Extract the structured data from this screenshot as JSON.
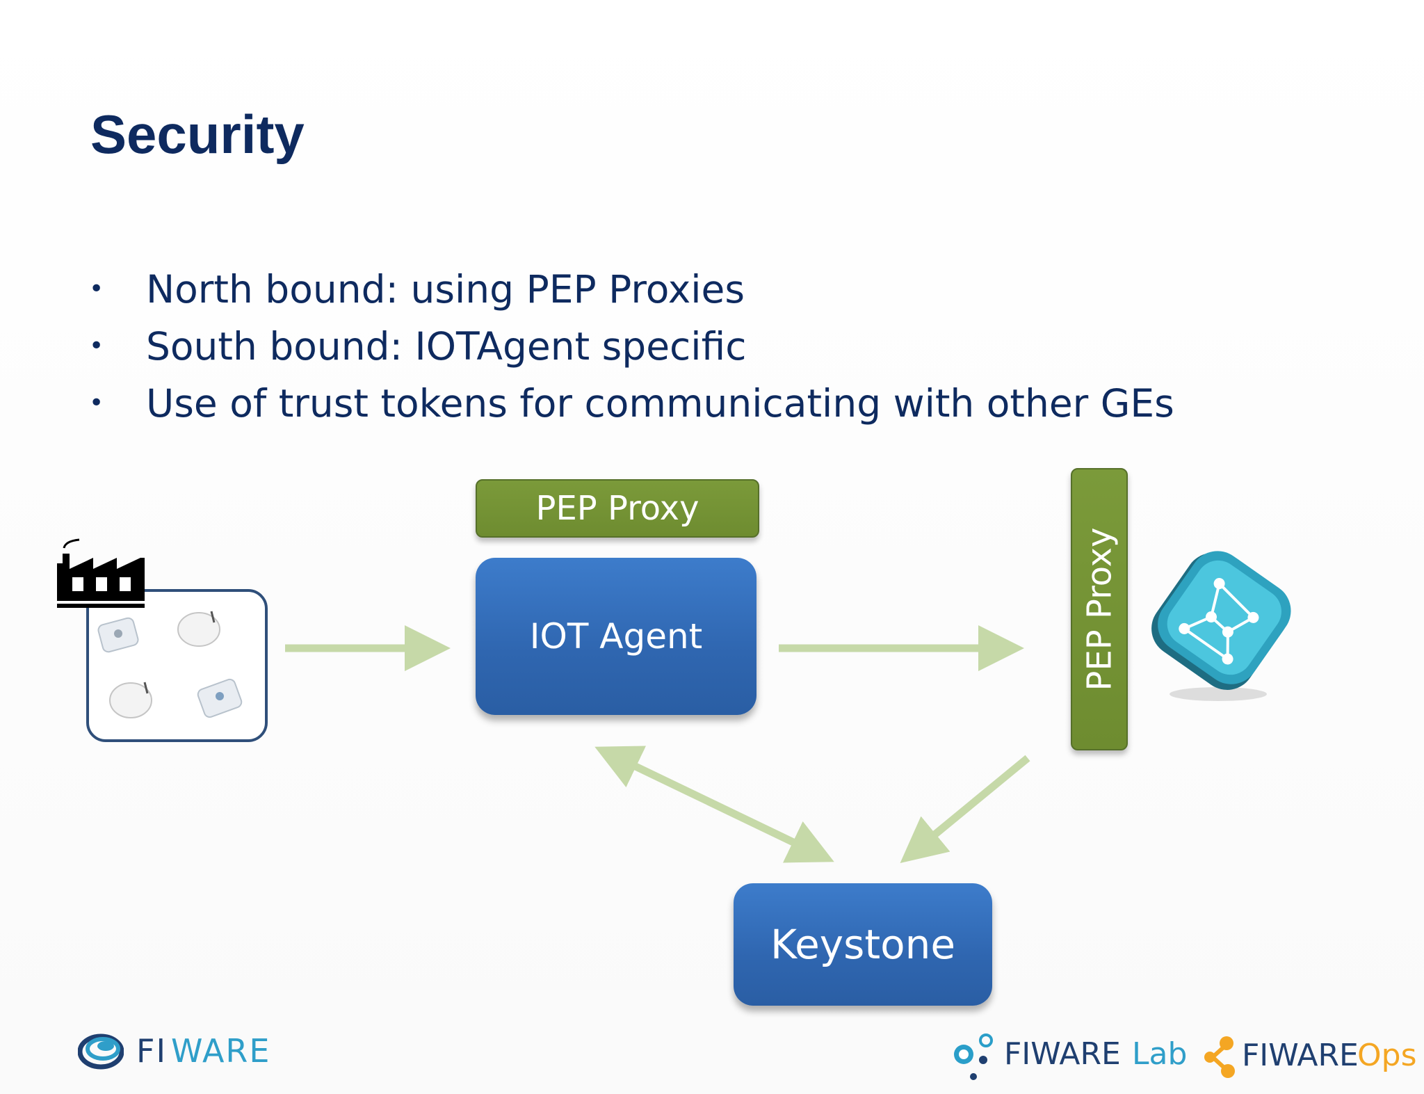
{
  "slide": {
    "title": "Security",
    "bullets": [
      {
        "marker": "•",
        "text": "North bound: using PEP Proxies"
      },
      {
        "marker": "•",
        "text": "South bound: IOTAgent specific"
      },
      {
        "marker": "•",
        "text": "Use of trust tokens for communicating with other GEs"
      }
    ]
  },
  "diagram": {
    "pep_proxy_top": "PEP Proxy",
    "iot_agent": "IOT Agent",
    "pep_proxy_side": "PEP Proxy",
    "keystone": "Keystone"
  },
  "footer": {
    "fiware_prefix": "FI",
    "fiware_suffix": "WARE",
    "lab_prefix": "FIWARE",
    "lab_suffix": "Lab",
    "ops_prefix": "FIWARE",
    "ops_suffix": "Ops"
  },
  "colors": {
    "title": "#0e2a5f",
    "green_box": "#769537",
    "blue_box": "#3572c0",
    "arrow": "#c6d9a8"
  },
  "icons": [
    "factory-icon",
    "smart-plug-icon",
    "orion-context-broker-icon",
    "fiware-logo-icon",
    "fiware-lab-logo-icon",
    "fiware-ops-logo-icon"
  ]
}
